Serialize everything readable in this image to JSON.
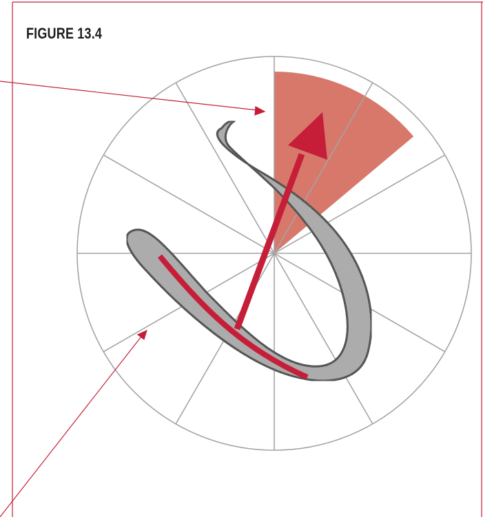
{
  "figure": {
    "label": "FIGURE 13.4"
  },
  "diagram": {
    "dial_segments": 12,
    "highlighted_sectors": [
      0,
      1
    ],
    "colors": {
      "frame_line": "#c21d3b",
      "sector_fill": "#d7786b",
      "arrow": "#c61e38",
      "guide_line": "#c61e38",
      "stroke_body": "#a9a9a9",
      "stroke_outline": "#1e1e1e",
      "dial_line": "#a4a4a4"
    },
    "arrow_direction_degrees": 21
  }
}
